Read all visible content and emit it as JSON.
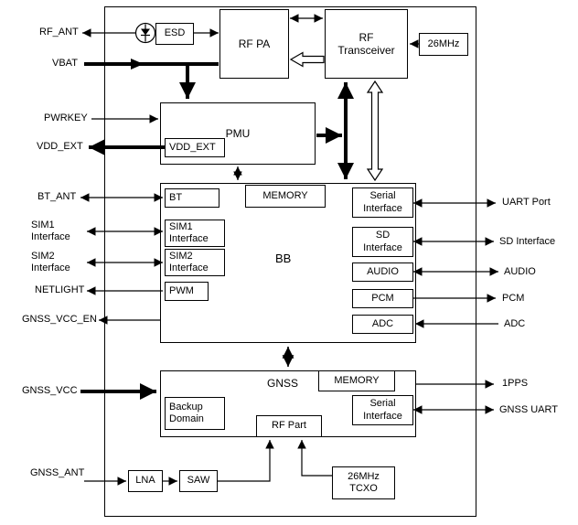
{
  "blocks": {
    "esd": "ESD",
    "rf_pa": "RF PA",
    "rf_transceiver": "RF\nTransceiver",
    "clock_26mhz": "26MHz",
    "pmu": "PMU",
    "vdd_ext_sub": "VDD_EXT",
    "bb": "BB",
    "bt": "BT",
    "memory_bb": "MEMORY",
    "serial_bb": "Serial\nInterface",
    "sd": "SD\nInterface",
    "audio": "AUDIO",
    "pcm": "PCM",
    "adc": "ADC",
    "sim1": "SIM1\nInterface",
    "sim2": "SIM2\nInterface",
    "pwm": "PWM",
    "gnss": "GNSS",
    "memory_gnss": "MEMORY",
    "backup_domain": "Backup\nDomain",
    "serial_gnss": "Serial\nInterface",
    "rf_part": "RF Part",
    "lna": "LNA",
    "saw": "SAW",
    "tcxo": "26MHz\nTCXO"
  },
  "ports_left": {
    "rf_ant": "RF_ANT",
    "vbat": "VBAT",
    "pwrkey": "PWRKEY",
    "vdd_ext": "VDD_EXT",
    "bt_ant": "BT_ANT",
    "sim1": "SIM1\nInterface",
    "sim2": "SIM2\nInterface",
    "netlight": "NETLIGHT",
    "gnss_vcc_en": "GNSS_VCC_EN",
    "gnss_vcc": "GNSS_VCC",
    "gnss_ant": "GNSS_ANT"
  },
  "ports_right": {
    "uart": "UART Port",
    "sd": "SD Interface",
    "audio": "AUDIO",
    "pcm": "PCM",
    "adc": "ADC",
    "pps": "1PPS",
    "gnss_uart": "GNSS UART"
  }
}
